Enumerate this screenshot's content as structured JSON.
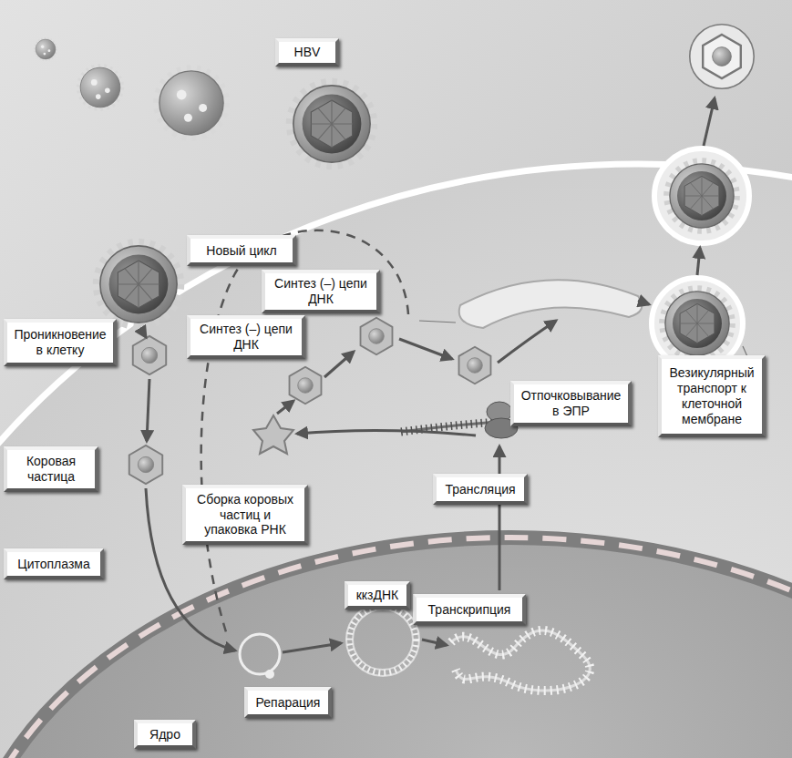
{
  "diagram": {
    "nodes": [
      {
        "text": [
          "HBV"
        ]
      },
      {
        "text": [
          "Новый цикл"
        ]
      },
      {
        "text": [
          "Синтез (–) цепи ДНК"
        ]
      },
      {
        "text": [
          "Проникновение в клетку"
        ]
      },
      {
        "text": [
          "Синтез (–) цепи ДНК"
        ]
      },
      {
        "text": [
          "Везикулярный транспорт к клеточной мембране"
        ]
      },
      {
        "text": [
          "Отпочковывание в ЭПР"
        ]
      },
      {
        "text": [
          "Коровая частица"
        ]
      },
      {
        "text": [
          "Сборка коровых частиц и упаковка РНК"
        ]
      },
      {
        "text": [
          "Трансляция"
        ]
      },
      {
        "text": [
          "Цитоплазма"
        ]
      },
      {
        "text": [
          "Транскрипция"
        ]
      },
      {
        "text": [
          "ккзДНК"
        ]
      },
      {
        "text": [
          "Репарация"
        ]
      },
      {
        "text": [
          "Ядро"
        ]
      }
    ]
  }
}
